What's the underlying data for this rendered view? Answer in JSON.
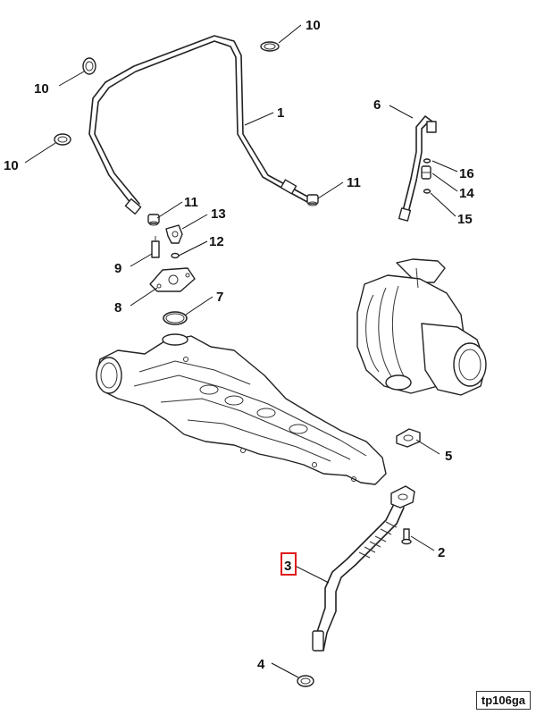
{
  "callouts": {
    "c1": "1",
    "c2": "2",
    "c3": "3",
    "c4": "4",
    "c5": "5",
    "c6": "6",
    "c7": "7",
    "c8": "8",
    "c9": "9",
    "c10a": "10",
    "c10b": "10",
    "c10c": "10",
    "c11a": "11",
    "c11b": "11",
    "c12": "12",
    "c13": "13",
    "c14": "14",
    "c15": "15",
    "c16": "16"
  },
  "highlighted_callout": "3",
  "highlight_color": "#e01b1b",
  "reference_code": "tp106ga"
}
